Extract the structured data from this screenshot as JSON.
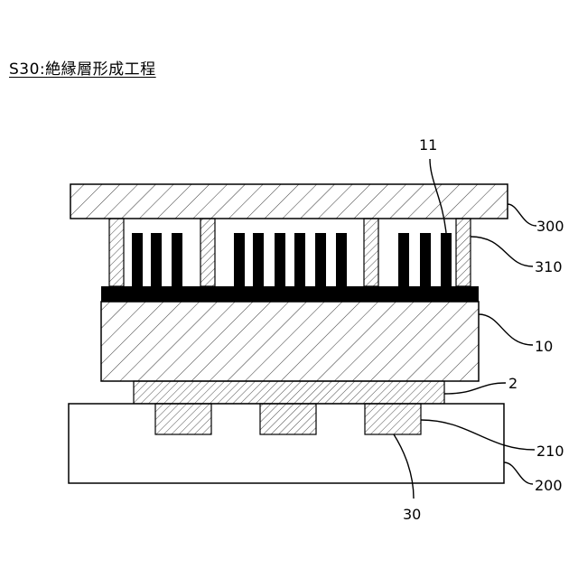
{
  "diagram": {
    "title": "S30:絶縁層形成工程",
    "labels": {
      "fin": "11",
      "cover": "300",
      "spacer": "310",
      "substrate": "10",
      "layer": "2",
      "pad": "210",
      "board": "200",
      "joint": "30"
    },
    "colors": {
      "stroke": "#000000",
      "hatch": "#000000",
      "fill": "#ffffff"
    }
  }
}
